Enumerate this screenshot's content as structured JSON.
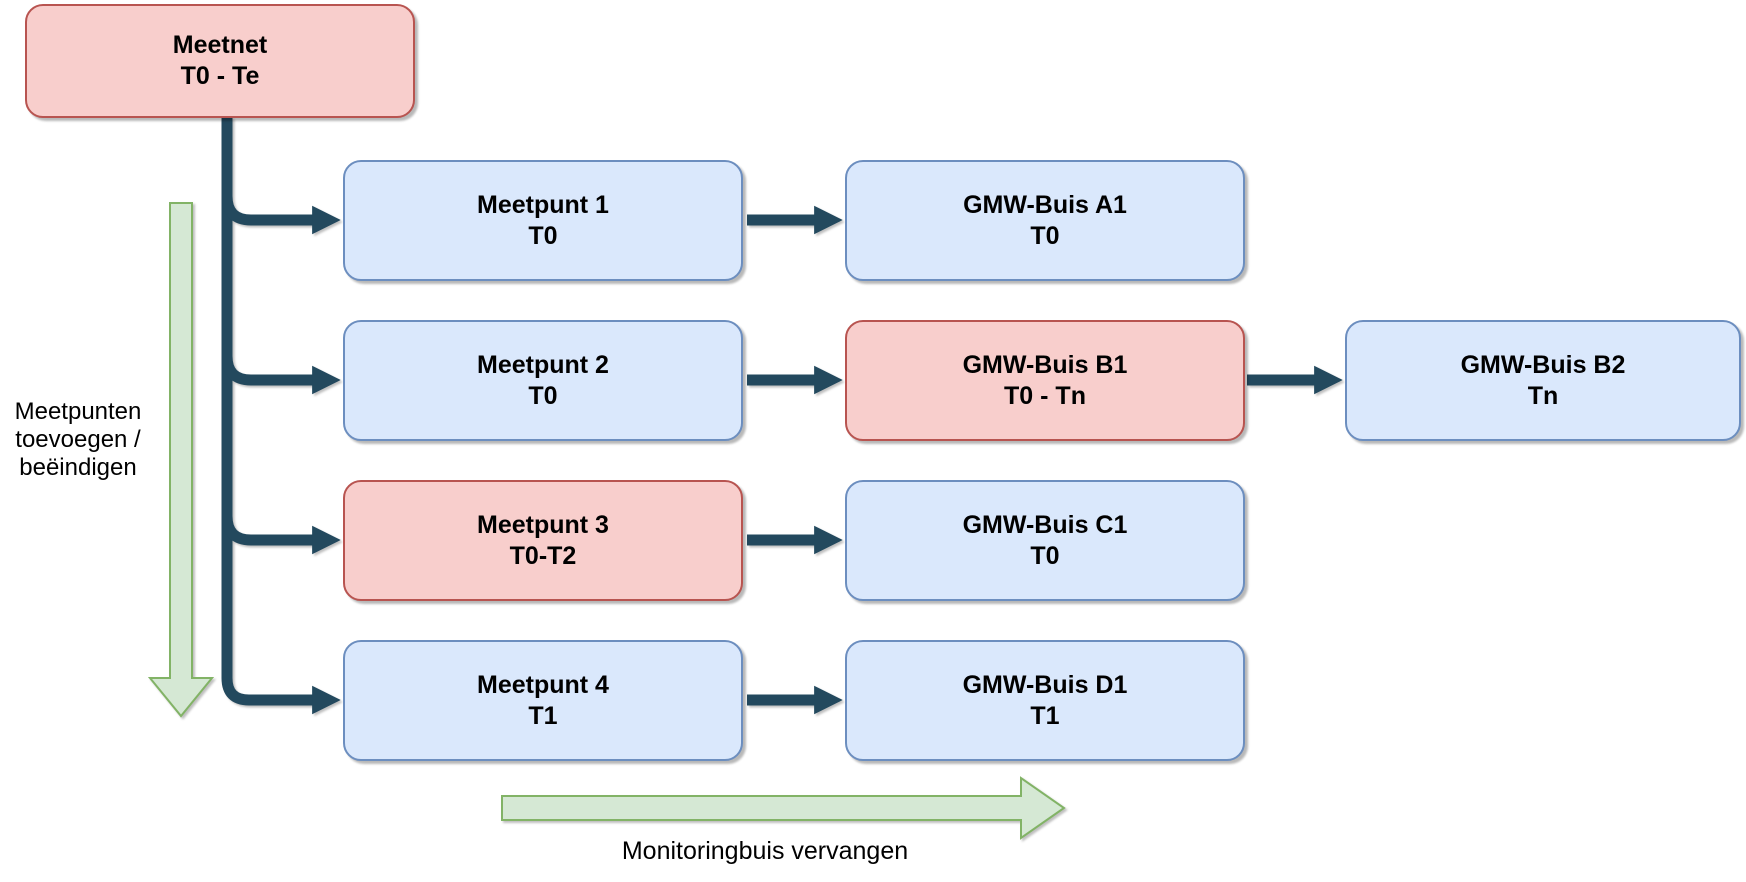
{
  "diagram": {
    "nodes": [
      {
        "label": "Meetnet",
        "period": "T0 - Te",
        "variant": "red"
      },
      {
        "label": "Meetpunt 1",
        "period": "T0",
        "variant": "blue"
      },
      {
        "label": "GMW-Buis A1",
        "period": "T0",
        "variant": "blue"
      },
      {
        "label": "Meetpunt 2",
        "period": "T0",
        "variant": "blue"
      },
      {
        "label": "GMW-Buis B1",
        "period": "T0 - Tn",
        "variant": "red"
      },
      {
        "label": "GMW-Buis B2",
        "period": "Tn",
        "variant": "blue"
      },
      {
        "label": "Meetpunt 3",
        "period": "T0-T2",
        "variant": "red"
      },
      {
        "label": "GMW-Buis C1",
        "period": "T0",
        "variant": "blue"
      },
      {
        "label": "Meetpunt 4",
        "period": "T1",
        "variant": "blue"
      },
      {
        "label": "GMW-Buis D1",
        "period": "T1",
        "variant": "blue"
      }
    ],
    "labels": {
      "left_arrow": "Meetpunten\ntoevoegen /\nbeëindigen",
      "bottom_arrow": "Monitoringbuis vervangen"
    },
    "colors": {
      "node_blue_fill": "#dae8fc",
      "node_blue_border": "#6c8ebf",
      "node_red_fill": "#f8cecc",
      "node_red_border": "#b85450",
      "green_arrow_fill": "#d5e8d4",
      "green_arrow_border": "#82b366",
      "connector": "#23495e",
      "text": "#000000"
    }
  }
}
